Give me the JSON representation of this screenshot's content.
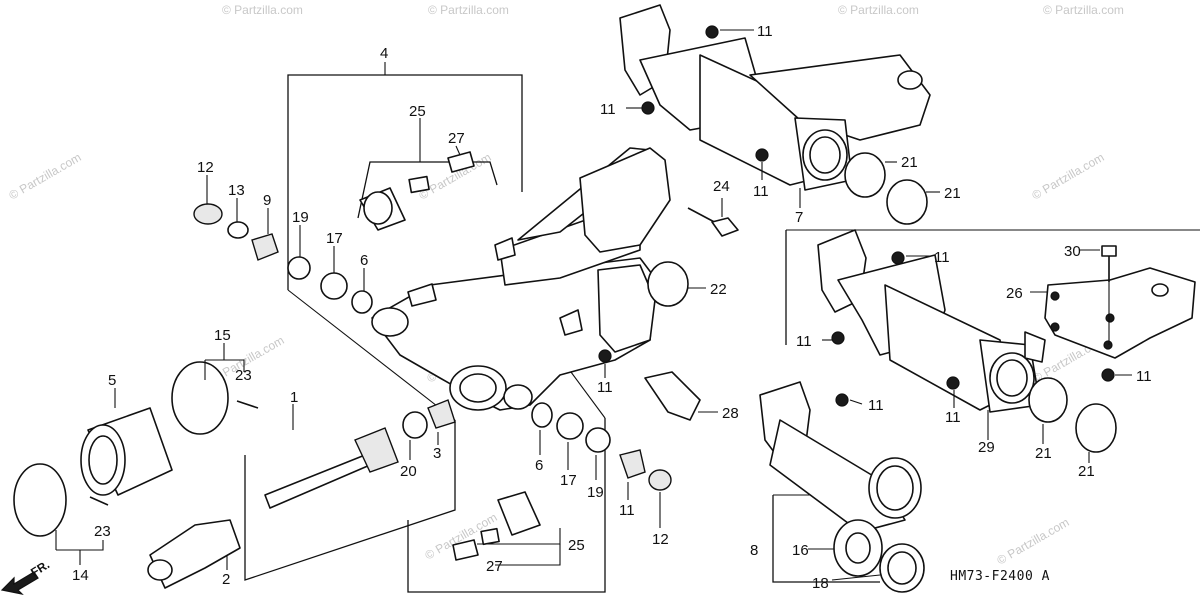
{
  "watermark": "© Partzilla.com",
  "diagram_code": "HM73-F2400 A",
  "front_arrow_label": "FR.",
  "callouts": [
    "1",
    "2",
    "3",
    "4",
    "5",
    "6",
    "6",
    "7",
    "8",
    "9",
    "11",
    "11",
    "11",
    "11",
    "11",
    "11",
    "11",
    "11",
    "11",
    "12",
    "12",
    "13",
    "14",
    "15",
    "16",
    "17",
    "17",
    "18",
    "19",
    "19",
    "20",
    "21",
    "21",
    "21",
    "21",
    "22",
    "23",
    "23",
    "24",
    "25",
    "25",
    "26",
    "27",
    "27",
    "28",
    "29",
    "30"
  ]
}
